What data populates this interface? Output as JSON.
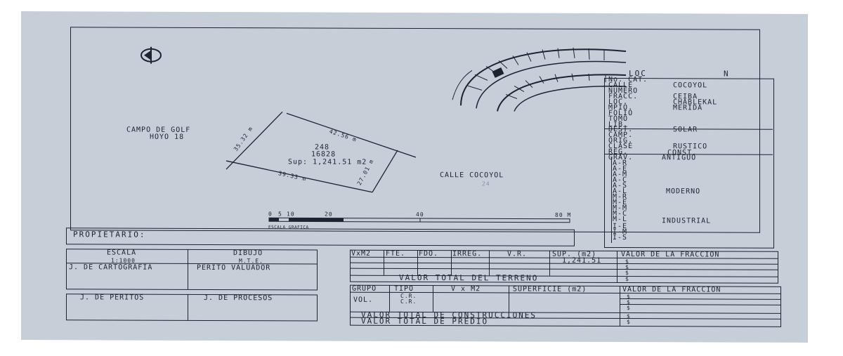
{
  "plan": {
    "golf_label_1": "CAMPO DE GOLF",
    "golf_label_2": "HOYO 18",
    "lot_number": "248",
    "lot_code": "16828",
    "surface": "Sup: 1,241.51 m2",
    "side_top": "42.56 m",
    "side_left": "35.32 m",
    "side_bottom": "39.33 m",
    "side_right": "27.01 m",
    "street": "CALLE COCOYOL",
    "street_number": "24",
    "scale_ticks": [
      "0",
      "5",
      "10",
      "20",
      "40",
      "80 M"
    ],
    "scale_caption": "ESCALA GRAFICA",
    "propietario": "PROPIETARIO:"
  },
  "loc": {
    "title": "LOC",
    "north": "N",
    "rows": [
      {
        "label": "No. CAT.",
        "value": ""
      },
      {
        "label": "CALLE",
        "value": "COCOYOL"
      },
      {
        "label": "NUMERO",
        "value": ""
      },
      {
        "label": "FRACC.",
        "value": "CEIBA"
      },
      {
        "label": "LOC.",
        "value": "CHABLEKAL"
      },
      {
        "label": "MPIO.",
        "value": "MERIDA"
      },
      {
        "label": "FOLIO",
        "value": ""
      },
      {
        "label": "TOMO",
        "value": ""
      },
      {
        "label": "LIB.",
        "value": ""
      }
    ],
    "rows2": [
      {
        "label": "DEST.",
        "value": "SOLAR"
      },
      {
        "label": "CAMP.",
        "value": ""
      },
      {
        "label": "ORIG.",
        "value": ""
      },
      {
        "label": "CLASE",
        "value": "RUSTICO"
      },
      {
        "label": "REG.",
        "value": ""
      },
      {
        "label": "GRAV.",
        "value": ""
      }
    ],
    "const_title": "CONST.",
    "antiguo": "ANTIGUO",
    "antiguo_rows": [
      "A-R",
      "A-E",
      "A-M",
      "A-C",
      "A-S",
      "A-L"
    ],
    "moderno": "MODERNO",
    "moderno_rows": [
      "M-R",
      "M-E",
      "M-M",
      "M-C",
      "M-L"
    ],
    "industrial": "INDUSTRIAL",
    "industrial_rows": [
      "I-E",
      "I-M",
      "I-S"
    ]
  },
  "signatures": {
    "escala_label": "ESCALA",
    "escala_value": "1:1000",
    "dibujo_label": "DIBUJO",
    "dibujo_value": "M.T.E.",
    "cartografia": "J. DE CARTOGRAFIA",
    "perito": "PERITO VALUADOR",
    "peritos": "J. DE PERITOS",
    "procesos": "J. DE PROCESOS"
  },
  "terreno_table": {
    "headers": [
      "VxM2",
      "FTE.",
      "FDO.",
      "IRREG.",
      "V.R.",
      "SUP. (m2)",
      "VALOR DE LA FRACCION"
    ],
    "superficie": "1,241.51",
    "dollar": "$",
    "total_label": "VALOR TOTAL DEL TERRENO"
  },
  "construcciones_table": {
    "headers": [
      "GRUPO",
      "TIPO",
      "V x M2",
      "SUPERFICIE (m2)",
      "VALOR DE LA FRACCION"
    ],
    "grupo_value": "VOL.",
    "tipo_values": [
      "C.R.",
      "C.R."
    ],
    "dollar": "$",
    "total_construcciones": "VALOR TOTAL DE CONSTRUCCIONES",
    "total_predio": "VALOR TOTAL DE PREDIO"
  },
  "colors": {
    "paper": "#c6ced8",
    "ink": "#1d2330"
  }
}
